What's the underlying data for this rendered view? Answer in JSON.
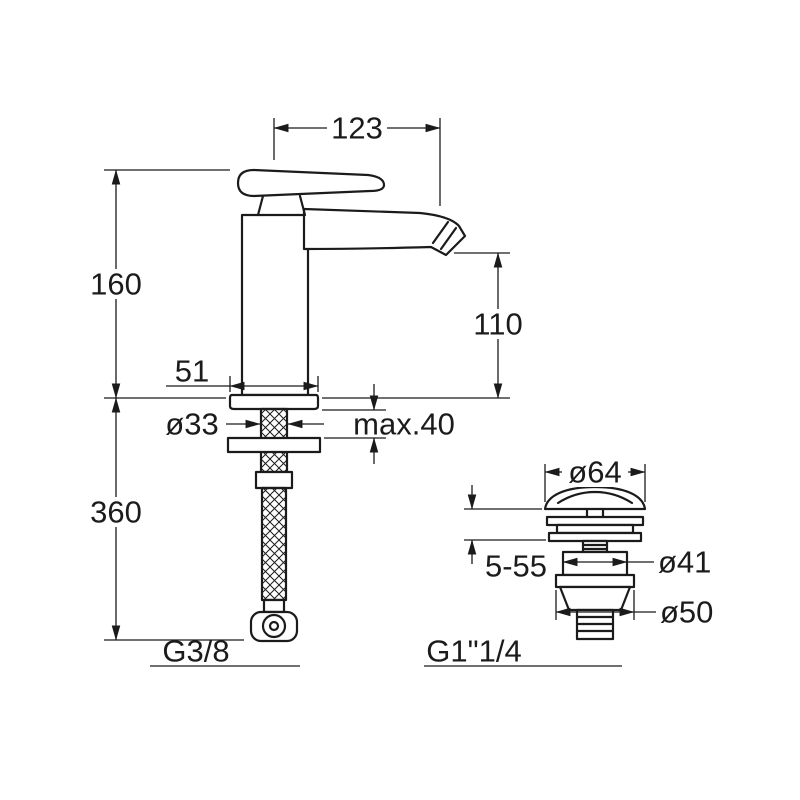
{
  "meta": {
    "drawing_type": "faucet technical dimension drawing",
    "background_color": "#ffffff",
    "line_color": "#1b1b1b"
  },
  "faucet": {
    "spout_reach": "123",
    "body_height": "160",
    "outlet_height": "110",
    "base_depth": "51",
    "base_diameter": "ø33",
    "max_deck_thickness": "max.40",
    "hose_length": "360",
    "supply_thread": "G3/8"
  },
  "waste": {
    "cap_diameter": "ø64",
    "stroke_range": "5-55",
    "body_diameter": "ø41",
    "flange_diameter": "ø50",
    "outlet_thread": "G1\"1/4"
  }
}
